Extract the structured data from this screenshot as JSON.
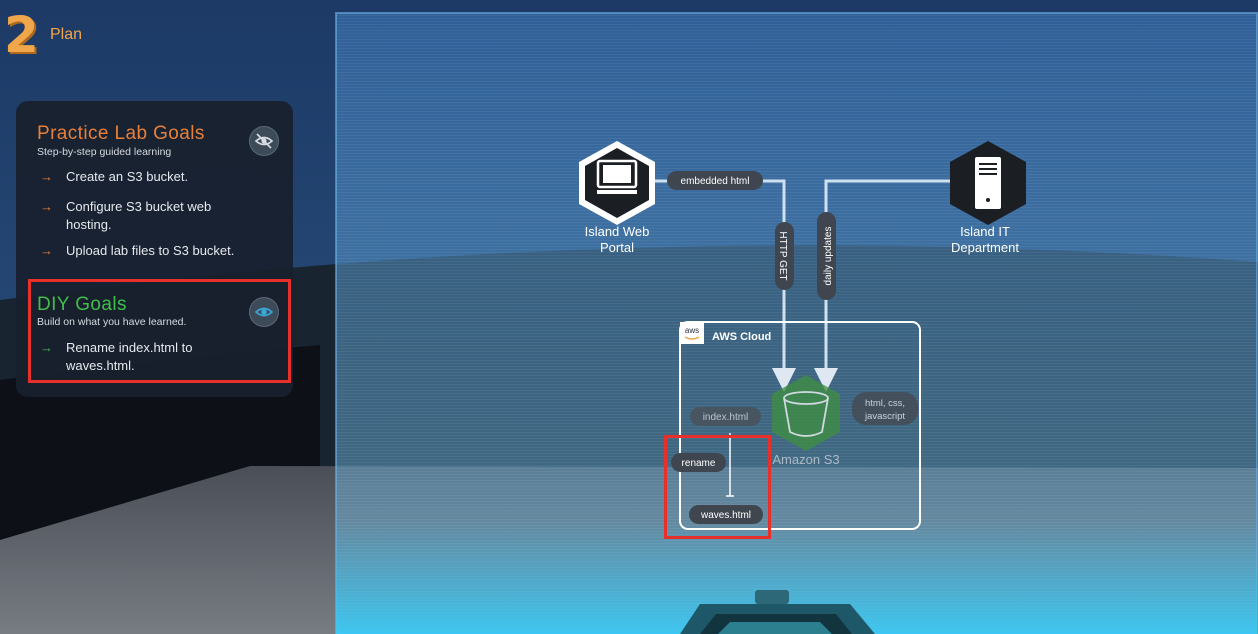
{
  "stage": {
    "number": "2",
    "label": "Plan"
  },
  "practice_goals": {
    "title": "Practice Lab Goals",
    "subtitle": "Step-by-step guided learning",
    "items": [
      {
        "line1": "Create an S3 bucket.",
        "line2": ""
      },
      {
        "line1": "Configure S3 bucket web",
        "line2": "hosting."
      },
      {
        "line1": "Upload lab files to S3 bucket.",
        "line2": ""
      }
    ],
    "toggle_icon": "eye-slash-icon"
  },
  "diy_goals": {
    "title": "DIY Goals",
    "subtitle": "Build on what you have learned.",
    "items": [
      {
        "line1": "Rename index.html to",
        "line2": "waves.html."
      }
    ],
    "toggle_icon": "eye-icon"
  },
  "diagram": {
    "web_portal": {
      "line1": "Island Web",
      "line2": "Portal"
    },
    "it_department": {
      "line1": "Island IT",
      "line2": "Department"
    },
    "edge_embedded": "embedded html",
    "edge_http_get": "HTTP GET",
    "edge_daily_updates": "daily updates",
    "aws_cloud_label": "AWS Cloud",
    "aws_badge": "aws",
    "s3_label": "Amazon S3",
    "files_tag": {
      "line1": "html, css,",
      "line2": "javascript"
    },
    "index_file": "index.html",
    "rename_label": "rename",
    "waves_file": "waves.html"
  },
  "colors": {
    "practice_title": "#e8803a",
    "diy_title": "#3fbf4a",
    "practice_arrow": "#e8803a",
    "diy_arrow": "#3fbf4a",
    "s3_green": "#3f8f3f",
    "highlight_red": "#e8302a"
  }
}
